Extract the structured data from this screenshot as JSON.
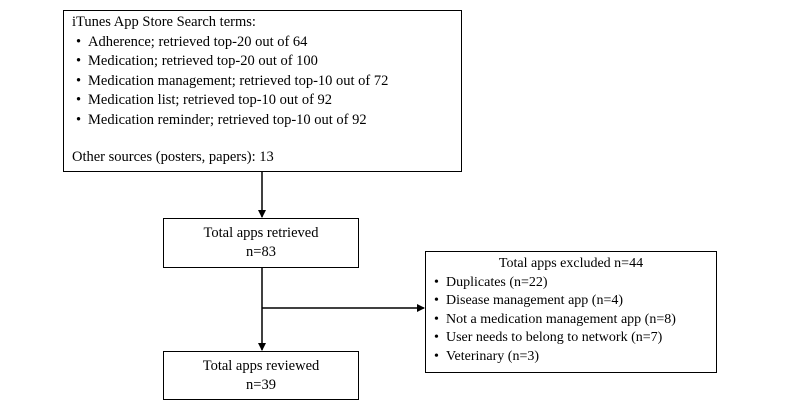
{
  "search": {
    "title": "iTunes App Store Search terms:",
    "items": [
      "Adherence; retrieved top-20 out of 64",
      "Medication; retrieved top-20 out of 100",
      "Medication management; retrieved top-10 out of 72",
      "Medication list; retrieved top-10 out of 92",
      "Medication reminder; retrieved top-10 out of 92"
    ],
    "other_sources": "Other sources (posters, papers): 13"
  },
  "retrieved": {
    "label": "Total apps retrieved",
    "count": "n=83"
  },
  "excluded": {
    "title": "Total apps excluded n=44",
    "items": [
      "Duplicates (n=22)",
      "Disease management app (n=4)",
      "Not a medication management app (n=8)",
      "User needs to belong to network (n=7)",
      "Veterinary (n=3)"
    ]
  },
  "reviewed": {
    "label": "Total apps reviewed",
    "count": "n=39"
  }
}
